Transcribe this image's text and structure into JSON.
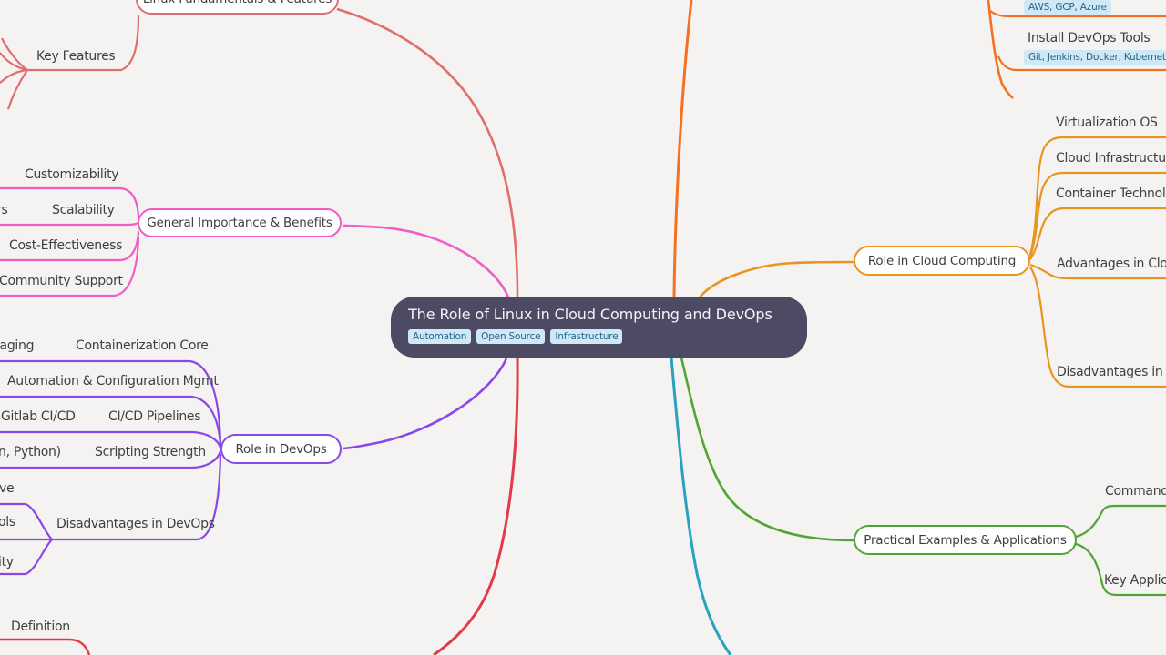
{
  "root": {
    "title": "The Role of Linux in Cloud Computing and DevOps",
    "tags": [
      "Automation",
      "Open Source",
      "Infrastructure"
    ]
  },
  "branches": {
    "fundamentals": {
      "node": "Linux Fundamentals & Features",
      "key_features": "Key Features"
    },
    "importance": {
      "node": "General Importance & Benefits",
      "customizability": "Customizability",
      "scalability": "Scalability",
      "scalability_fragment": "rs",
      "cost_effectiveness": "Cost-Effectiveness",
      "community_support": "Community Support"
    },
    "devops": {
      "node": "Role in DevOps",
      "containerization": "Containerization Core",
      "containerization_fragment": "kaging",
      "automation": "Automation & Configuration Mgmt",
      "cicd": "CI/CD Pipelines",
      "cicd_fragment": "Gitlab CI/CD",
      "scripting": "Scripting Strength",
      "scripting_fragment": "n, Python)",
      "disadvantages": "Disadvantages in DevOps",
      "disadvantage_fragments": [
        "ve",
        "ols",
        "ity"
      ]
    },
    "introduction": {
      "definition": "Definition"
    },
    "cloud": {
      "node": "Role in Cloud Computing",
      "virtualization": "Virtualization OS",
      "infrastructure": "Cloud Infrastructure",
      "container_technology": "Container Technolog",
      "advantages": "Advantages in Cloud",
      "disadvantages": "Disadvantages in Clo"
    },
    "installation": {
      "platforms_tag": "AWS, GCP, Azure",
      "node": "Install DevOps Tools",
      "tools_tag": "Git, Jenkins, Docker, Kubernetes"
    },
    "examples": {
      "node": "Practical Examples & Applications",
      "command_line": "Command L",
      "key_applications": "Key Applica"
    }
  },
  "colors": {
    "background": "#f4f3f1",
    "root_bg": "#4c4b63",
    "tag_bg": "#cfe8f6",
    "tag_text": "#26648c",
    "salmon": "#df6e6e",
    "pink": "#ee5ec4",
    "purple": "#8b48e8",
    "red": "#e13b49",
    "teal": "#2aa2bf",
    "green": "#4fa636",
    "orange_bright": "#f37120",
    "orange_dark": "#e8941f"
  }
}
